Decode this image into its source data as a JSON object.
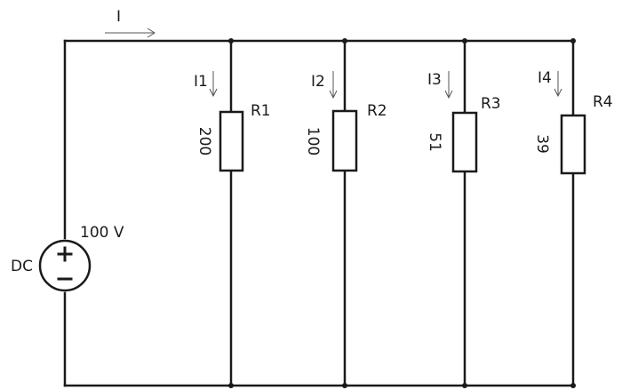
{
  "source": {
    "type_label": "DC",
    "voltage_label": "100 V"
  },
  "total_current_label": "I",
  "branches": [
    {
      "name": "R1",
      "value": "200",
      "current": "I1"
    },
    {
      "name": "R2",
      "value": "100",
      "current": "I2"
    },
    {
      "name": "R3",
      "value": "51",
      "current": "I3"
    },
    {
      "name": "R4",
      "value": "39",
      "current": "I4"
    }
  ]
}
